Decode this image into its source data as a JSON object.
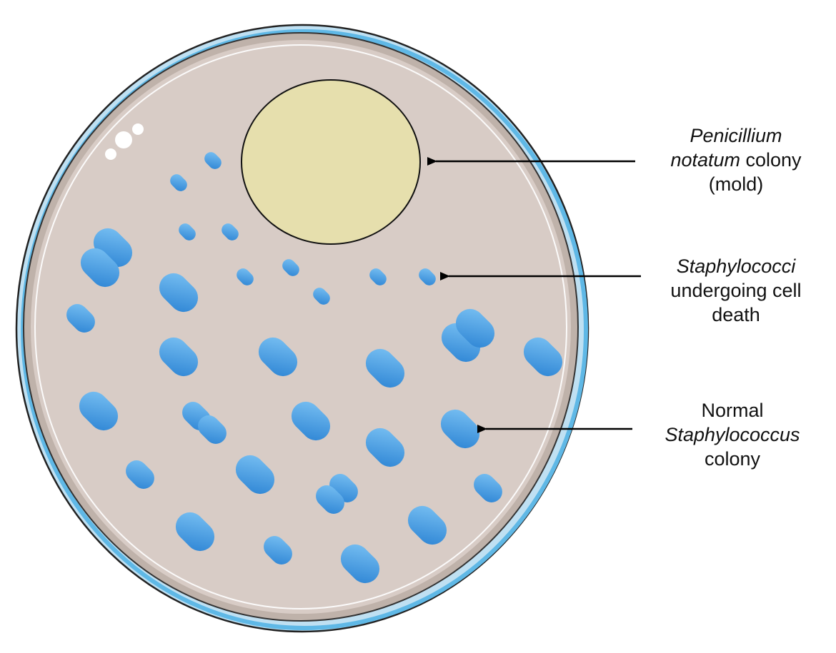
{
  "labels": {
    "mold": {
      "line1": "Penicillium",
      "line2_italic": "notatum",
      "line2_rest": " colony",
      "line3": "(mold)"
    },
    "death": {
      "line1": "Staphylococci",
      "line2": "undergoing cell",
      "line3": "death"
    },
    "normal": {
      "line1": "Normal",
      "line2": "Staphylococcus",
      "line3": "colony"
    }
  },
  "colors": {
    "agar": "#d8ccc6",
    "dish_rim": "#bfb2aa",
    "dish_edge_blue": "#5fb8e6",
    "mold": "#e6dfad",
    "colony_light": "#74bdf2",
    "colony_dark": "#2f86d6",
    "arrow": "#000000"
  }
}
